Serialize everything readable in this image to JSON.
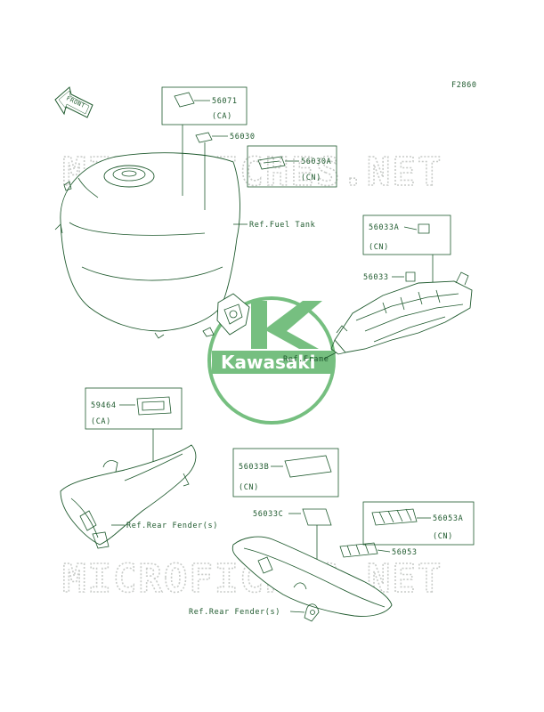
{
  "figure_code": "F2860",
  "front_arrow": "FRONT",
  "watermark": {
    "text": "MICROFICHES.NET"
  },
  "logo": {
    "text": "Kawasaki",
    "color": "#5fb56b"
  },
  "colors": {
    "line": "#1f5a2e",
    "watermark": "#c9ccc9"
  },
  "parts": {
    "p56071": "56071",
    "p56071_note": "(CA)",
    "p56030": "56030",
    "p56030A": "56030A",
    "p56030A_note": "(CN)",
    "p56033A": "56033A",
    "p56033A_note": "(CN)",
    "p56033": "56033",
    "p59464": "59464",
    "p59464_note": "(CA)",
    "p56033B": "56033B",
    "p56033B_note": "(CN)",
    "p56033C": "56033C",
    "p56053A": "56053A",
    "p56053A_note": "(CN)",
    "p56053": "56053"
  },
  "refs": {
    "fuel_tank": "Ref.Fuel Tank",
    "frame": "Ref.Frame",
    "rear_fender_1": "Ref.Rear Fender(s)",
    "rear_fender_2": "Ref.Rear Fender(s)"
  }
}
